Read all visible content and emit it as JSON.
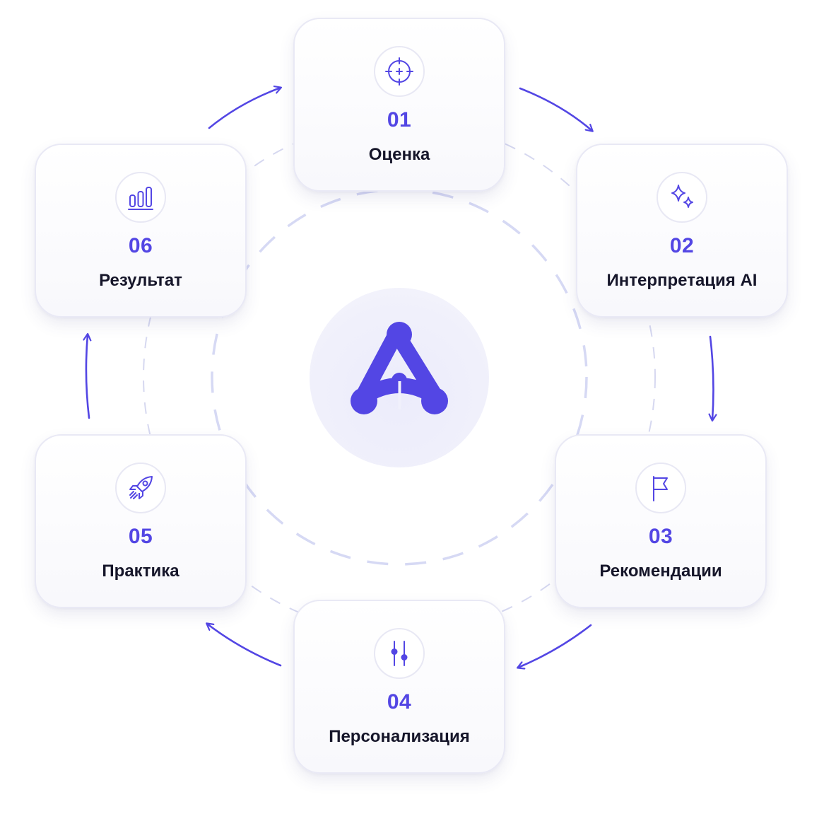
{
  "accent_color": "#5346e4",
  "center_logo": {
    "icon": "triangle-nodes-logo-icon"
  },
  "steps": [
    {
      "number": "01",
      "label": "Оценка",
      "icon": "crosshair-target-icon"
    },
    {
      "number": "02",
      "label": "Интерпретация AI",
      "icon": "sparkles-icon"
    },
    {
      "number": "03",
      "label": "Рекомендации",
      "icon": "flag-icon"
    },
    {
      "number": "04",
      "label": "Персонализация",
      "icon": "sliders-icon"
    },
    {
      "number": "05",
      "label": "Практика",
      "icon": "rocket-icon"
    },
    {
      "number": "06",
      "label": "Результат",
      "icon": "bar-chart-icon"
    }
  ]
}
